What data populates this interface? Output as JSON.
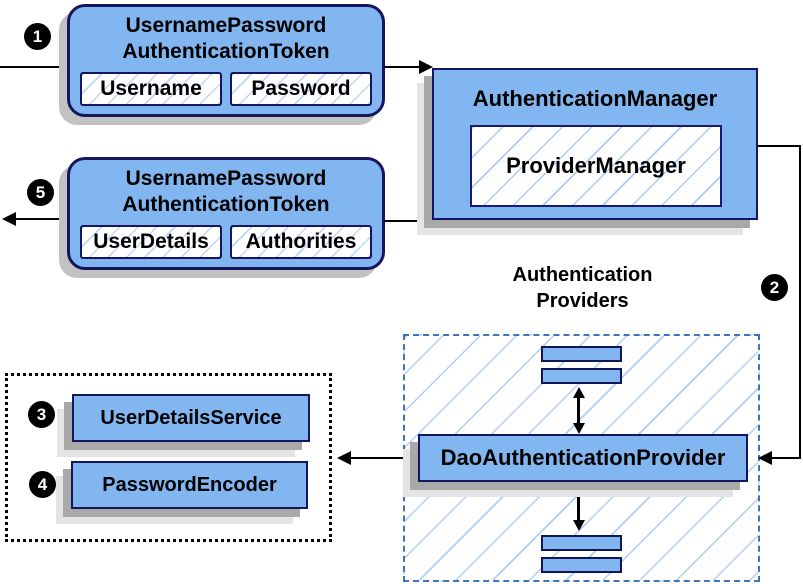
{
  "diagram": {
    "badges": {
      "step1": "1",
      "step2": "2",
      "step3": "3",
      "step4": "4",
      "step5": "5"
    },
    "request_token": {
      "title_line1": "UsernamePassword",
      "title_line2": "AuthenticationToken",
      "fields": [
        "Username",
        "Password"
      ]
    },
    "authentication_manager": {
      "title": "AuthenticationManager",
      "inner_label": "ProviderManager"
    },
    "response_token": {
      "title_line1": "UsernamePassword",
      "title_line2": "AuthenticationToken",
      "fields": [
        "UserDetails",
        "Authorities"
      ]
    },
    "providers_heading": {
      "line1": "Authentication",
      "line2": "Providers"
    },
    "dao_provider_label": "DaoAuthenticationProvider",
    "user_details_service_label": "UserDetailsService",
    "password_encoder_label": "PasswordEncoder",
    "colors": {
      "node_fill": "#82b6f0",
      "node_border": "#16165e",
      "hatch_line": "#9cc2ea",
      "dashed_border": "#3f74b8",
      "dotted_border": "#000000",
      "shadow_dark": "#a9a9a9",
      "shadow_light": "#e4e4e4",
      "token_shadow": "#c2c2c2",
      "connector": "#000000",
      "badge_bg": "#000000",
      "badge_text": "#ffffff"
    }
  }
}
